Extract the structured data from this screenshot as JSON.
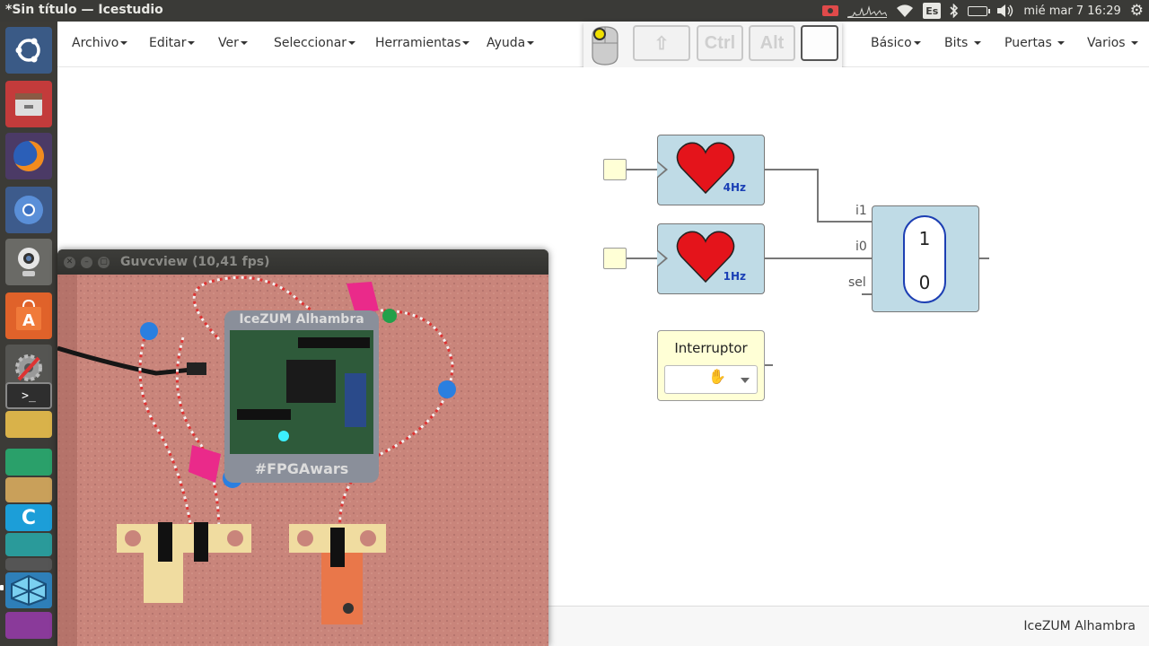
{
  "window": {
    "title": "*Sin título — Icestudio"
  },
  "tray": {
    "lang": "Es",
    "clock": "mié mar  7 16:29",
    "icons": [
      "record-icon",
      "cpu-graph-icon",
      "wifi-icon",
      "keyboard-lang-icon",
      "bluetooth-icon",
      "battery-icon",
      "volume-icon",
      "settings-gear-icon"
    ]
  },
  "launcher": {
    "items": [
      "ubuntu-dash",
      "files",
      "firefox",
      "chromium",
      "webcam",
      "software-center",
      "system-settings",
      "terminal",
      "app-a",
      "app-b",
      "app-c",
      "app-d",
      "app-e",
      "icestudio",
      "app-f",
      "app-g"
    ]
  },
  "menu": {
    "left": [
      {
        "label": "Archivo"
      },
      {
        "label": "Editar"
      },
      {
        "label": "Ver"
      },
      {
        "label": "Seleccionar"
      },
      {
        "label": "Herramientas"
      },
      {
        "label": "Ayuda"
      }
    ],
    "right": [
      {
        "label": "Básico"
      },
      {
        "label": "Bits"
      },
      {
        "label": "Puertas"
      },
      {
        "label": "Varios"
      }
    ]
  },
  "key_overlay": {
    "keys": [
      {
        "label": "⇧",
        "name": "shift-key"
      },
      {
        "label": "Ctrl",
        "name": "ctrl-key"
      },
      {
        "label": "Alt",
        "name": "alt-key"
      },
      {
        "label": "",
        "name": "blank-key"
      }
    ]
  },
  "circuit": {
    "heart_top_freq": "4Hz",
    "heart_bottom_freq": "1Hz",
    "mux": {
      "port_i1": "i1",
      "port_i0": "i0",
      "port_sel": "sel",
      "val_top": "1",
      "val_bottom": "0"
    },
    "switch": {
      "title": "Interruptor"
    },
    "colors": {
      "heart": "#e4141b",
      "block": "#bfdbe6",
      "pin": "#ffffd6",
      "mux_border": "#1d3fb3"
    }
  },
  "guvcview": {
    "title": "Guvcview  (10,41 fps)",
    "board_label_top": "IceZUM Alhambra",
    "board_label_bottom": "#FPGAwars"
  },
  "status": {
    "board": "IceZUM Alhambra"
  }
}
